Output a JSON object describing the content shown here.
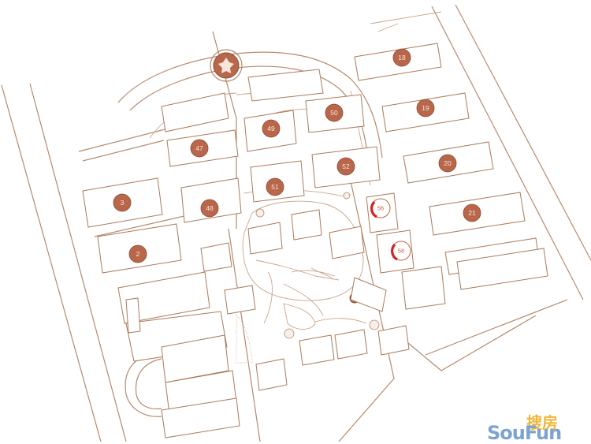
{
  "map": {
    "buildings": [
      {
        "id": "18",
        "label": "18"
      },
      {
        "id": "19",
        "label": "19"
      },
      {
        "id": "20",
        "label": "20"
      },
      {
        "id": "21",
        "label": "21"
      },
      {
        "id": "50",
        "label": "50"
      },
      {
        "id": "49",
        "label": "49"
      },
      {
        "id": "47",
        "label": "47"
      },
      {
        "id": "52",
        "label": "52"
      },
      {
        "id": "51",
        "label": "51"
      },
      {
        "id": "48",
        "label": "48"
      },
      {
        "id": "3",
        "label": "3"
      },
      {
        "id": "2",
        "label": "2"
      },
      {
        "id": "56",
        "label": "56",
        "highlighted": true
      },
      {
        "id": "58",
        "label": "58",
        "highlighted": true
      }
    ],
    "colors": {
      "line": "#b58a6e",
      "badge": "#b8674a",
      "highlight": "#d61f1f"
    }
  },
  "watermark": {
    "cn": "搜房",
    "en": "SouFun"
  }
}
